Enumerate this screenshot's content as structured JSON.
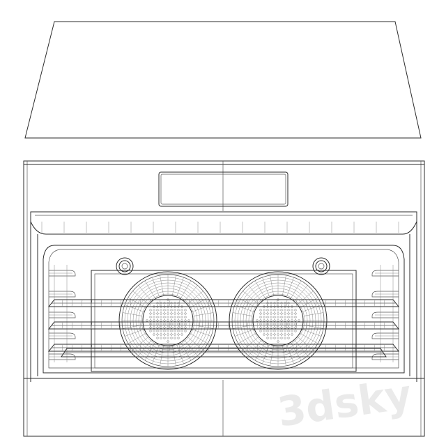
{
  "drawing": {
    "subject": "built-in-oven-line-drawing",
    "fans": 2,
    "racks": 3,
    "rack_rails_per_side": 5,
    "line_color": "#2b2b2b",
    "background": "#ffffff"
  },
  "watermark": {
    "text": "3dsky",
    "color": "#d9d9d9"
  }
}
